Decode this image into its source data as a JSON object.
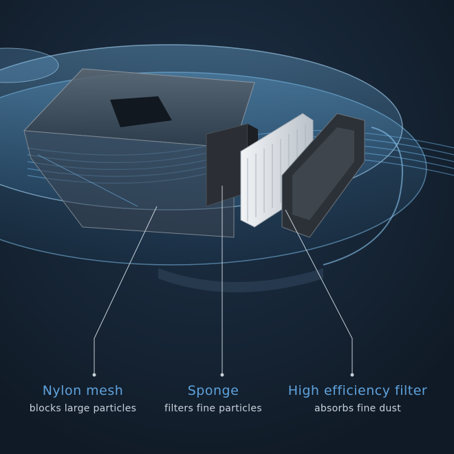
{
  "components": [
    {
      "title": "Nylon mesh",
      "description": "blocks large particles"
    },
    {
      "title": "Sponge",
      "description": "filters fine particles"
    },
    {
      "title": "High efficiency filter",
      "description": "absorbs fine dust"
    }
  ],
  "colors": {
    "background": "#13202f",
    "title": "#5fa3dd",
    "description": "#c9d2dc",
    "glass": "#6fb4e6",
    "leader_line": "#c8d0d8"
  }
}
